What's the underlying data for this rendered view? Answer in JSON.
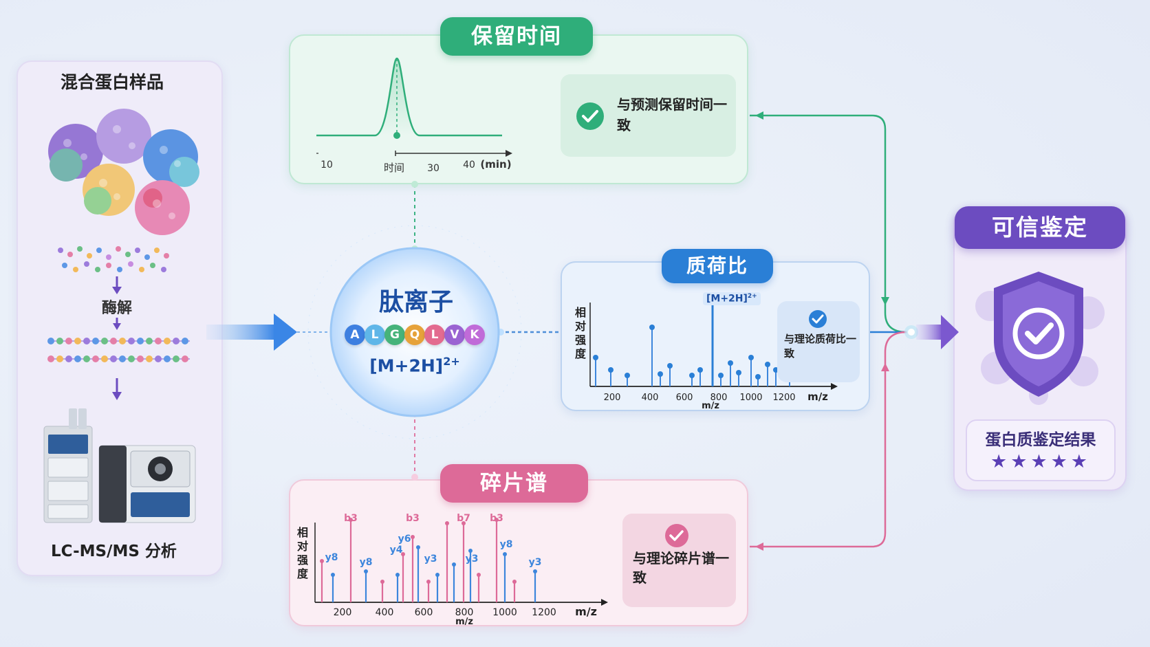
{
  "left_panel": {
    "title": "混合蛋白样品",
    "enzyme_label": "酶解",
    "instrument_label": "LC-MS/MS 分析"
  },
  "retention": {
    "title": "保留时间",
    "x_ticks": [
      "10",
      "30",
      "40"
    ],
    "x_label": "时间",
    "x_unit": "(min)",
    "check_text": "与预测保留时间一致"
  },
  "peptide": {
    "title": "肽离子",
    "sequence": [
      "A",
      "L",
      "G",
      "Q",
      "L",
      "V",
      "K"
    ],
    "sequence_colors": [
      "#3d7fe0",
      "#5fb6e8",
      "#46b37a",
      "#e6a23a",
      "#e36b8f",
      "#9a63d2",
      "#c06bd8"
    ],
    "charge": "[M+2H]",
    "charge_sup": "2+"
  },
  "mz": {
    "title": "质荷比",
    "y_label": "相对强度",
    "x_ticks": [
      "200",
      "400",
      "600",
      "800",
      "1000",
      "1200"
    ],
    "x_label": "m/z",
    "x_unit": "m/z",
    "peak_label": "[M+2H]",
    "peak_label_sup": "2+",
    "check_text": "与理论质荷比一致"
  },
  "fragment": {
    "title": "碎片谱",
    "y_label": "相对强度",
    "x_ticks": [
      "200",
      "400",
      "600",
      "800",
      "1000",
      "1200"
    ],
    "x_label": "m/z",
    "x_unit": "m/z",
    "ion_labels_b": [
      "b3",
      "b3",
      "b7",
      "b3"
    ],
    "ion_labels_y": [
      "y8",
      "y8",
      "y4",
      "y6",
      "y3",
      "y3",
      "y8",
      "y3"
    ],
    "check_text": "与理论碎片谱一致"
  },
  "result": {
    "title": "可信鉴定",
    "label": "蛋白质鉴定结果",
    "stars": "★★★★★",
    "rating": 5
  },
  "colors": {
    "green": "#2fae7a",
    "blue": "#2a7fd6",
    "pink": "#dd6a98",
    "purple": "#6c4cc0"
  }
}
